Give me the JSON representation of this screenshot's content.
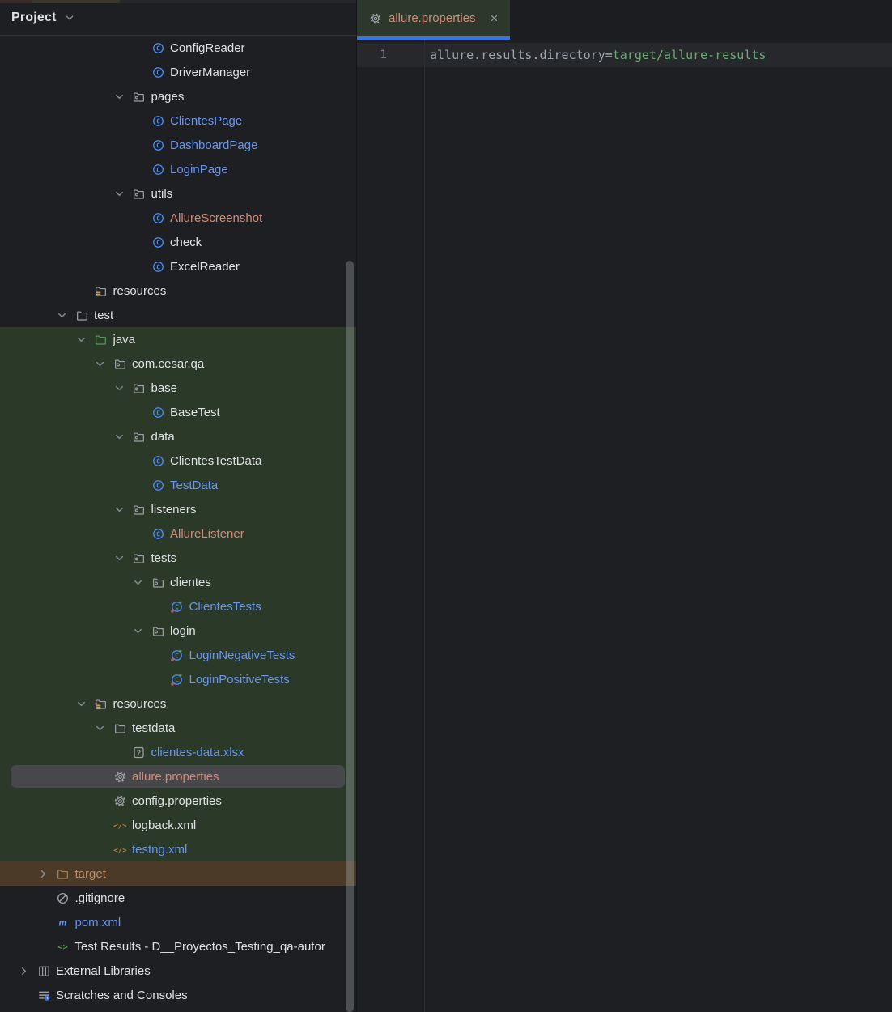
{
  "colors": {
    "panel_bg": "#1e1f22",
    "editor_bg": "#1e1f22",
    "tab_bg": "#2c382c",
    "green_zone": "#2b3929",
    "brown_zone": "#4b3a27",
    "selected_row": "#46484c",
    "current_line": "#26282c",
    "accent_blue": "#3574f0",
    "text_default": "#dfe1e5",
    "text_blue": "#6795f2",
    "text_salmon": "#d08b77",
    "text_tan": "#bc8d64",
    "code_key": "#a1a7af",
    "code_value": "#6aab73",
    "line_number": "#767c85",
    "icon_gray": "#9da0a6",
    "icon_yellow": "#d9a343",
    "icon_green": "#57965c",
    "icon_blue": "#4d8bf5",
    "icon_orange": "#be7e41",
    "icon_red": "#d25252",
    "icon_tan": "#a97f52"
  },
  "panel": {
    "title": "Project",
    "title_chevron": "chevron-down-icon"
  },
  "tree": {
    "rows": [
      {
        "level": 7,
        "chevron": null,
        "icon": "class",
        "label": "ConfigReader",
        "color": "default",
        "zone": "none"
      },
      {
        "level": 7,
        "chevron": null,
        "icon": "class",
        "label": "DriverManager",
        "color": "default",
        "zone": "none"
      },
      {
        "level": 6,
        "chevron": "down",
        "icon": "package",
        "label": "pages",
        "color": "default",
        "zone": "none"
      },
      {
        "level": 7,
        "chevron": null,
        "icon": "class",
        "label": "ClientesPage",
        "color": "blue",
        "zone": "none"
      },
      {
        "level": 7,
        "chevron": null,
        "icon": "class",
        "label": "DashboardPage",
        "color": "blue",
        "zone": "none"
      },
      {
        "level": 7,
        "chevron": null,
        "icon": "class",
        "label": "LoginPage",
        "color": "blue",
        "zone": "none"
      },
      {
        "level": 6,
        "chevron": "down",
        "icon": "package",
        "label": "utils",
        "color": "default",
        "zone": "none"
      },
      {
        "level": 7,
        "chevron": null,
        "icon": "class",
        "label": "AllureScreenshot",
        "color": "salmon",
        "zone": "none"
      },
      {
        "level": 7,
        "chevron": null,
        "icon": "class",
        "label": "check",
        "color": "default",
        "zone": "none"
      },
      {
        "level": 7,
        "chevron": null,
        "icon": "class",
        "label": "ExcelReader",
        "color": "default",
        "zone": "none"
      },
      {
        "level": 4,
        "chevron": null,
        "icon": "resources-root",
        "label": "resources",
        "color": "default",
        "zone": "none"
      },
      {
        "level": 3,
        "chevron": "down",
        "icon": "folder",
        "label": "test",
        "color": "default",
        "zone": "none"
      },
      {
        "level": 4,
        "chevron": "down",
        "icon": "folder-test",
        "label": "java",
        "color": "default",
        "zone": "green"
      },
      {
        "level": 5,
        "chevron": "down",
        "icon": "package",
        "label": "com.cesar.qa",
        "color": "default",
        "zone": "green"
      },
      {
        "level": 6,
        "chevron": "down",
        "icon": "package",
        "label": "base",
        "color": "default",
        "zone": "green"
      },
      {
        "level": 7,
        "chevron": null,
        "icon": "class",
        "label": "BaseTest",
        "color": "default",
        "zone": "green"
      },
      {
        "level": 6,
        "chevron": "down",
        "icon": "package",
        "label": "data",
        "color": "default",
        "zone": "green"
      },
      {
        "level": 7,
        "chevron": null,
        "icon": "class",
        "label": "ClientesTestData",
        "color": "default",
        "zone": "green"
      },
      {
        "level": 7,
        "chevron": null,
        "icon": "class",
        "label": "TestData",
        "color": "blue",
        "zone": "green"
      },
      {
        "level": 6,
        "chevron": "down",
        "icon": "package",
        "label": "listeners",
        "color": "default",
        "zone": "green"
      },
      {
        "level": 7,
        "chevron": null,
        "icon": "class",
        "label": "AllureListener",
        "color": "salmon",
        "zone": "green"
      },
      {
        "level": 6,
        "chevron": "down",
        "icon": "package",
        "label": "tests",
        "color": "default",
        "zone": "green"
      },
      {
        "level": 7,
        "chevron": "down",
        "icon": "package",
        "label": "clientes",
        "color": "default",
        "zone": "green"
      },
      {
        "level": 8,
        "chevron": null,
        "icon": "test-class",
        "label": "ClientesTests",
        "color": "blue",
        "zone": "green"
      },
      {
        "level": 7,
        "chevron": "down",
        "icon": "package",
        "label": "login",
        "color": "default",
        "zone": "green"
      },
      {
        "level": 8,
        "chevron": null,
        "icon": "test-class",
        "label": "LoginNegativeTests",
        "color": "blue",
        "zone": "green"
      },
      {
        "level": 8,
        "chevron": null,
        "icon": "test-class",
        "label": "LoginPositiveTests",
        "color": "blue",
        "zone": "green"
      },
      {
        "level": 4,
        "chevron": "down",
        "icon": "test-resources-root",
        "label": "resources",
        "color": "default",
        "zone": "green"
      },
      {
        "level": 5,
        "chevron": "down",
        "icon": "folder",
        "label": "testdata",
        "color": "default",
        "zone": "green"
      },
      {
        "level": 6,
        "chevron": null,
        "icon": "question-file",
        "label": "clientes-data.xlsx",
        "color": "blue",
        "zone": "green"
      },
      {
        "level": 5,
        "chevron": null,
        "icon": "gear",
        "label": "allure.properties",
        "color": "salmon",
        "zone": "green",
        "selected": true
      },
      {
        "level": 5,
        "chevron": null,
        "icon": "gear",
        "label": "config.properties",
        "color": "default",
        "zone": "green"
      },
      {
        "level": 5,
        "chevron": null,
        "icon": "xml",
        "label": "logback.xml",
        "color": "default",
        "zone": "green"
      },
      {
        "level": 5,
        "chevron": null,
        "icon": "xml",
        "label": "testng.xml",
        "color": "blue",
        "zone": "green"
      },
      {
        "level": 2,
        "chevron": "right",
        "icon": "folder-tan",
        "label": "target",
        "color": "tan",
        "zone": "brown"
      },
      {
        "level": 2,
        "chevron": null,
        "icon": "slash",
        "label": ".gitignore",
        "color": "default",
        "zone": "none"
      },
      {
        "level": 2,
        "chevron": null,
        "icon": "maven",
        "label": "pom.xml",
        "color": "blue",
        "zone": "none"
      },
      {
        "level": 2,
        "chevron": null,
        "icon": "tag-green",
        "label": "Test Results - D__Proyectos_Testing_qa-autor",
        "color": "default",
        "zone": "none"
      },
      {
        "level": 1,
        "chevron": "right",
        "icon": "library",
        "label": "External Libraries",
        "color": "default",
        "zone": "none"
      },
      {
        "level": 1,
        "chevron": null,
        "icon": "scratches",
        "label": "Scratches and Consoles",
        "color": "default",
        "zone": "none"
      }
    ]
  },
  "editor": {
    "tab": {
      "icon": "gear-icon",
      "label": "allure.properties",
      "close_icon": "close-icon"
    },
    "gutter": {
      "line_number": "1"
    },
    "code": {
      "key": "allure.results.directory",
      "separator": "=",
      "value": "target/allure-results"
    }
  }
}
